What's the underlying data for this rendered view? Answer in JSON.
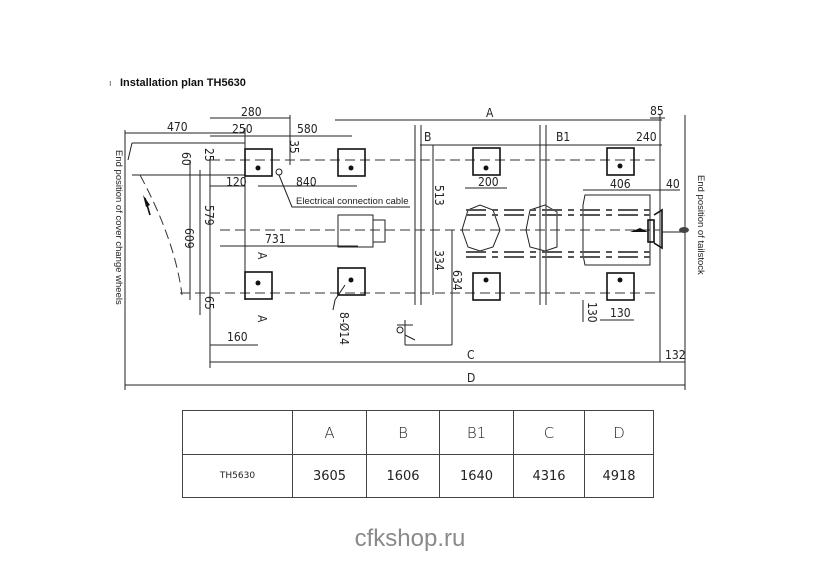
{
  "title": "Installation plan TH5630",
  "labels": {
    "cover_wheels": "End position of cover change wheels",
    "tailstock": "End position of tailstock",
    "cable": "Electrical connection cable",
    "section_a": "A",
    "holes": "8-Ø14"
  },
  "dimensions": {
    "d280": "280",
    "d470": "470",
    "d250": "250",
    "d580": "580",
    "dA": "A",
    "d85": "85",
    "dB": "B",
    "dB1": "B1",
    "d240": "240",
    "d60": "60",
    "d25": "25",
    "d35": "35",
    "d120": "120",
    "d840": "840",
    "d513": "513",
    "d200": "200",
    "d406": "406",
    "d40": "40",
    "d579": "579",
    "d609": "609",
    "d731": "731",
    "d334": "334",
    "d634": "634",
    "d65": "65",
    "d130a": "130",
    "d130b": "130",
    "d160": "160",
    "dC": "C",
    "d132": "132",
    "dD": "D"
  },
  "table": {
    "headers": [
      "",
      "A",
      "B",
      "B1",
      "C",
      "D"
    ],
    "rows": [
      [
        "TH5630",
        "3605",
        "1606",
        "1640",
        "4316",
        "4918"
      ]
    ]
  },
  "watermark": "cfkshop.ru"
}
